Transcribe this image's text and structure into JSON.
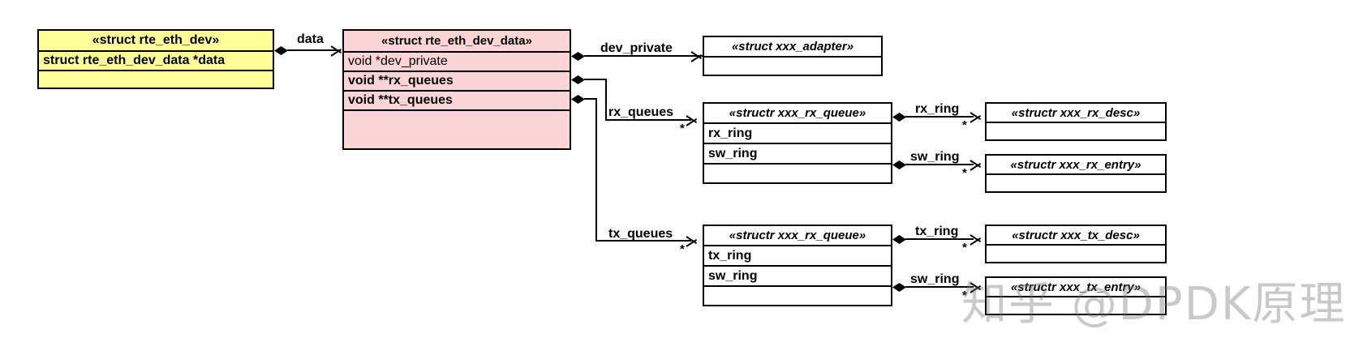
{
  "diagram": {
    "title": "DPDK rte_eth_dev data structure relationships",
    "watermark": "知乎 @DPDK原理",
    "colors": {
      "eth_dev_fill": "#ffff99",
      "eth_dev_data_fill": "#fbd5d5",
      "plain_fill": "#ffffff",
      "stroke": "#000000"
    }
  },
  "boxes": {
    "eth_dev": {
      "title": "«struct rte_eth_dev»",
      "attrs": [
        "struct rte_eth_dev_data *data"
      ]
    },
    "eth_dev_data": {
      "title": "«struct rte_eth_dev_data»",
      "attrs": [
        "void *dev_private",
        "void **rx_queues",
        "void **tx_queues"
      ]
    },
    "adapter": {
      "title": "«struct xxx_adapter»",
      "attrs": []
    },
    "rx_queue": {
      "title": "«structr xxx_rx_queue»",
      "attrs": [
        "rx_ring",
        "sw_ring"
      ]
    },
    "rx_desc": {
      "title": "«structr xxx_rx_desc»",
      "attrs": []
    },
    "rx_entry": {
      "title": "«structr xxx_rx_entry»",
      "attrs": []
    },
    "tx_queue": {
      "title": "«structr xxx_rx_queue»",
      "attrs": [
        "tx_ring",
        "sw_ring"
      ]
    },
    "tx_desc": {
      "title": "«structr xxx_tx_desc»",
      "attrs": []
    },
    "tx_entry": {
      "title": "«structr xxx_tx_entry»",
      "attrs": []
    }
  },
  "edges": {
    "data": {
      "label": "data",
      "multiplicity": ""
    },
    "dev_private": {
      "label": "dev_private",
      "multiplicity": ""
    },
    "rx_queues": {
      "label": "rx_queues",
      "multiplicity": "*"
    },
    "tx_queues": {
      "label": "tx_queues",
      "multiplicity": "*"
    },
    "rx_ring": {
      "label": "rx_ring",
      "multiplicity": "*"
    },
    "rx_sw_ring": {
      "label": "sw_ring",
      "multiplicity": "*"
    },
    "tx_ring": {
      "label": "tx_ring",
      "multiplicity": "*"
    },
    "tx_sw_ring": {
      "label": "sw_ring",
      "multiplicity": "*"
    }
  }
}
